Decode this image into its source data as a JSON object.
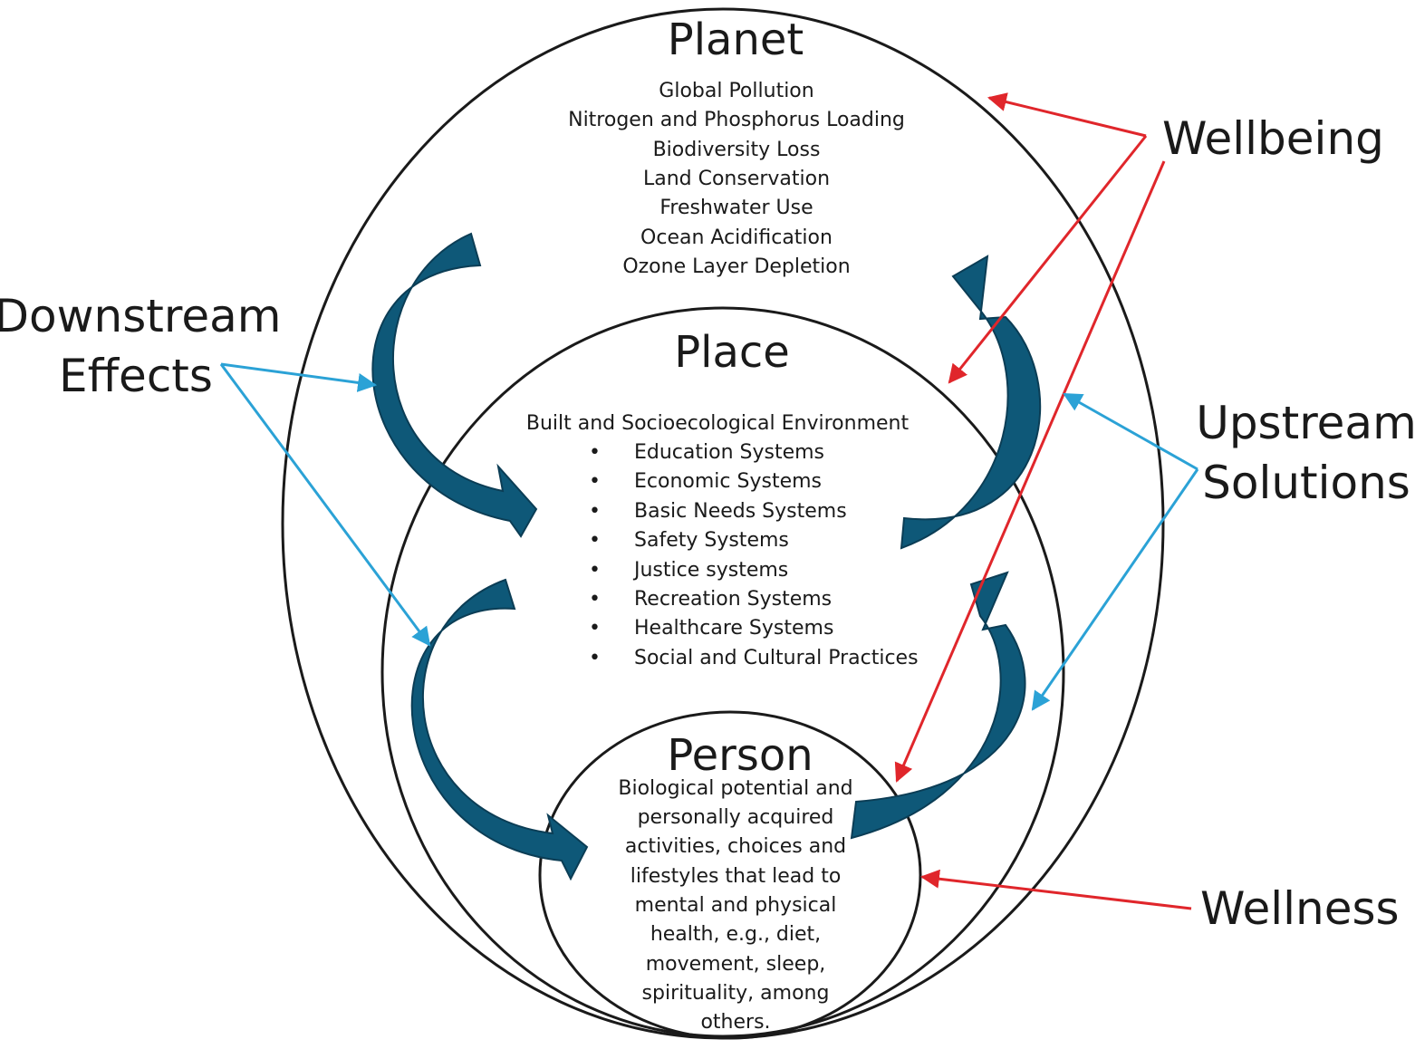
{
  "planet": {
    "title": "Planet",
    "items": [
      "Global Pollution",
      "Nitrogen and Phosphorus Loading",
      "Biodiversity Loss",
      "Land Conservation",
      "Freshwater Use",
      "Ocean Acidification",
      "Ozone Layer Depletion"
    ]
  },
  "place": {
    "title": "Place",
    "heading": "Built and Socioecological Environment",
    "bullet": "•",
    "items": [
      "Education Systems",
      "Economic Systems",
      "Basic Needs Systems",
      "Safety Systems",
      "Justice systems",
      "Recreation Systems",
      "Healthcare Systems",
      "Social and Cultural Practices"
    ]
  },
  "person": {
    "title": "Person",
    "lines": [
      "Biological potential and",
      "personally acquired",
      "activities, choices and",
      "lifestyles that lead to",
      "mental and physical",
      "health, e.g., diet,",
      "movement, sleep,",
      "spirituality, among",
      "others."
    ]
  },
  "labels": {
    "wellbeing": "Wellbeing",
    "downstream_line1": "Downstream",
    "downstream_line2": "Effects",
    "upstream_line1": "Upstream",
    "upstream_line2": "Solutions",
    "wellness": "Wellness"
  },
  "colors": {
    "flow_arrow": "#0e5878",
    "wellbeing_arrow": "#e0262b",
    "effects_arrow": "#2ba2d6"
  }
}
